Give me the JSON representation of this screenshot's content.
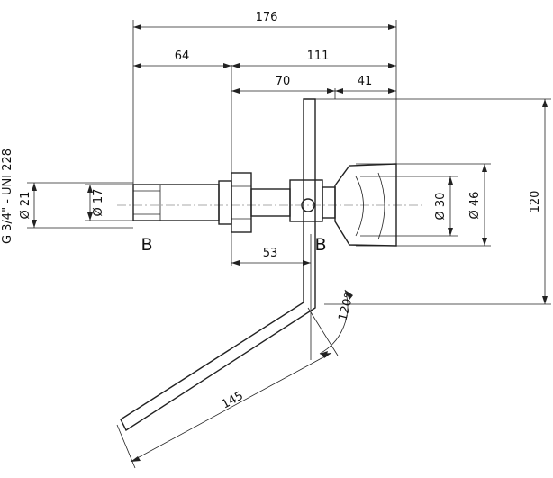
{
  "dimensions": {
    "overall_length": "176",
    "left_section": "64",
    "right_section": "111",
    "mid_section": "70",
    "right_end": "41",
    "to_axis": "53",
    "height": "120",
    "lever_length": "145",
    "angle": "120°",
    "dia_outer_thread": "Ø 21",
    "dia_inner_thread": "Ø 17",
    "dia_float_neck": "Ø 30",
    "dia_float_body": "Ø 46"
  },
  "labels": {
    "thread_spec": "G 3/4\" - UNI 228",
    "section_left": "B",
    "section_right": "B"
  },
  "colors": {
    "line": "#222222",
    "background": "#ffffff"
  }
}
